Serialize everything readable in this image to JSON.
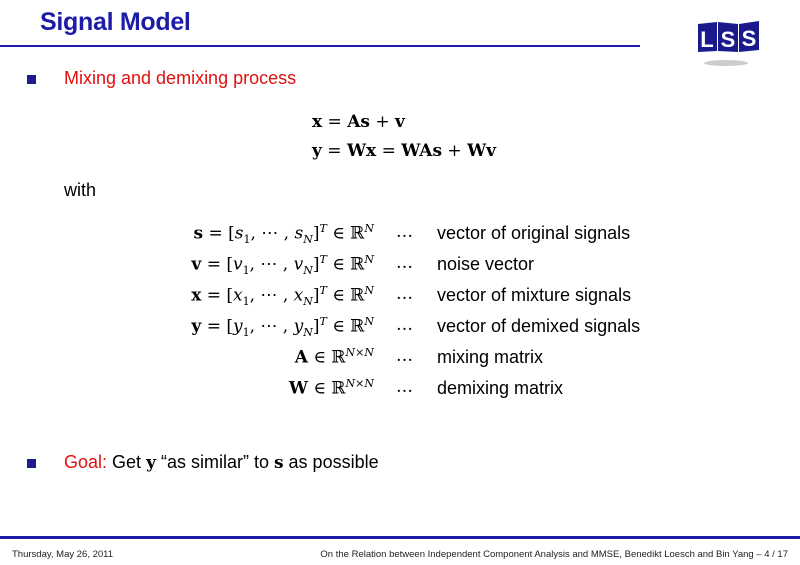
{
  "slide": {
    "title": "Signal Model",
    "logo_text": "LSS",
    "bullet1": "Mixing and demixing process",
    "eq1": {
      "lhs": "x",
      "rel": " = ",
      "a": "As",
      "op": " + ",
      "b": "v"
    },
    "eq2": {
      "lhs": "y",
      "rel": " = ",
      "a": "Wx",
      "rel2": " = ",
      "b": "WAs",
      "op": " + ",
      "c": "Wv"
    },
    "with": "with",
    "definitions": [
      {
        "vec": "s",
        "el": "s",
        "first": "1",
        "last": "N",
        "T": "T",
        "dim": "N",
        "dots": "…",
        "desc": "vector of original signals"
      },
      {
        "vec": "v",
        "el": "v",
        "first": "1",
        "last": "N",
        "T": "T",
        "dim": "N",
        "dots": "…",
        "desc": "noise vector"
      },
      {
        "vec": "x",
        "el": "x",
        "first": "1",
        "last": "N",
        "T": "T",
        "dim": "N",
        "dots": "…",
        "desc": "vector of mixture signals"
      },
      {
        "vec": "y",
        "el": "y",
        "first": "1",
        "last": "N",
        "T": "T",
        "dim": "N",
        "dots": "…",
        "desc": "vector of demixed signals"
      },
      {
        "vec": "A",
        "dim": "N×N",
        "dots": "…",
        "desc": "mixing matrix"
      },
      {
        "vec": "W",
        "dim": "N×N",
        "dots": "…",
        "desc": "demixing matrix"
      }
    ],
    "goal": {
      "label": "Goal:",
      "pre": "Get ",
      "y": "y",
      "mid": " “as similar” to ",
      "s": "s",
      "post": " as possible"
    }
  },
  "footer": {
    "date": "Thursday, May 26, 2011",
    "info": "On the Relation between Independent Component Analysis and MMSE, Benedikt Loesch and Bin Yang – 4 / 17"
  },
  "colors": {
    "title": "#1c1ca8",
    "accent": "#e01010",
    "bullet": "#1c1c8c"
  }
}
